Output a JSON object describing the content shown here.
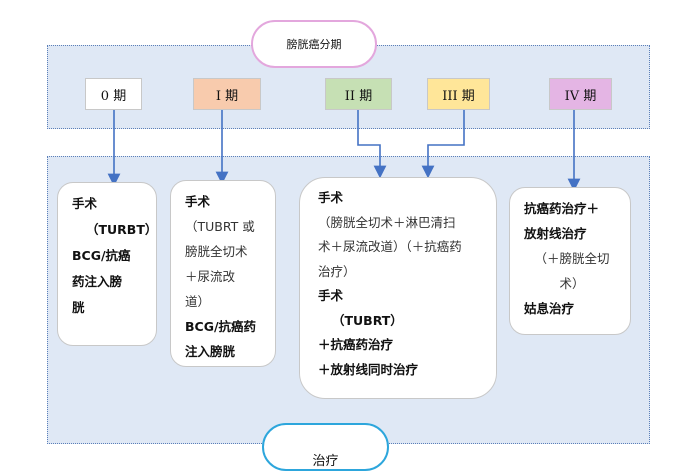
{
  "top_pill": {
    "label": "膀胱癌分期"
  },
  "bottom_pill": {
    "label": "治疗"
  },
  "stages": [
    {
      "label": "0 期",
      "color": "#ffffff"
    },
    {
      "label": "I 期",
      "color": "#f8cbad"
    },
    {
      "label": "II 期",
      "color": "#c6e0b4"
    },
    {
      "label": "III 期",
      "color": "#ffe699"
    },
    {
      "label": "IV 期",
      "color": "#e4b5e4"
    }
  ],
  "treatments": [
    {
      "lines": [
        "手术",
        "（TURBT）",
        "BCG/抗癌",
        "药注入膀",
        "胱"
      ]
    },
    {
      "lines": [
        "手术",
        "（TUBRT 或",
        "膀胱全切术",
        "＋尿流改",
        "道）",
        "BCG/抗癌药",
        "注入膀胱"
      ]
    },
    {
      "lines": [
        "手术",
        "（膀胱全切术＋淋巴清扫",
        "术＋尿流改道）（＋抗癌药",
        "治疗）",
        "手术",
        "（TUBRT）",
        "＋抗癌药治疗",
        "＋放射线同时治疗"
      ]
    },
    {
      "lines": [
        "抗癌药治疗＋",
        "放射线治疗",
        "（＋膀胱全切",
        "术）",
        "姑息治疗"
      ]
    }
  ]
}
